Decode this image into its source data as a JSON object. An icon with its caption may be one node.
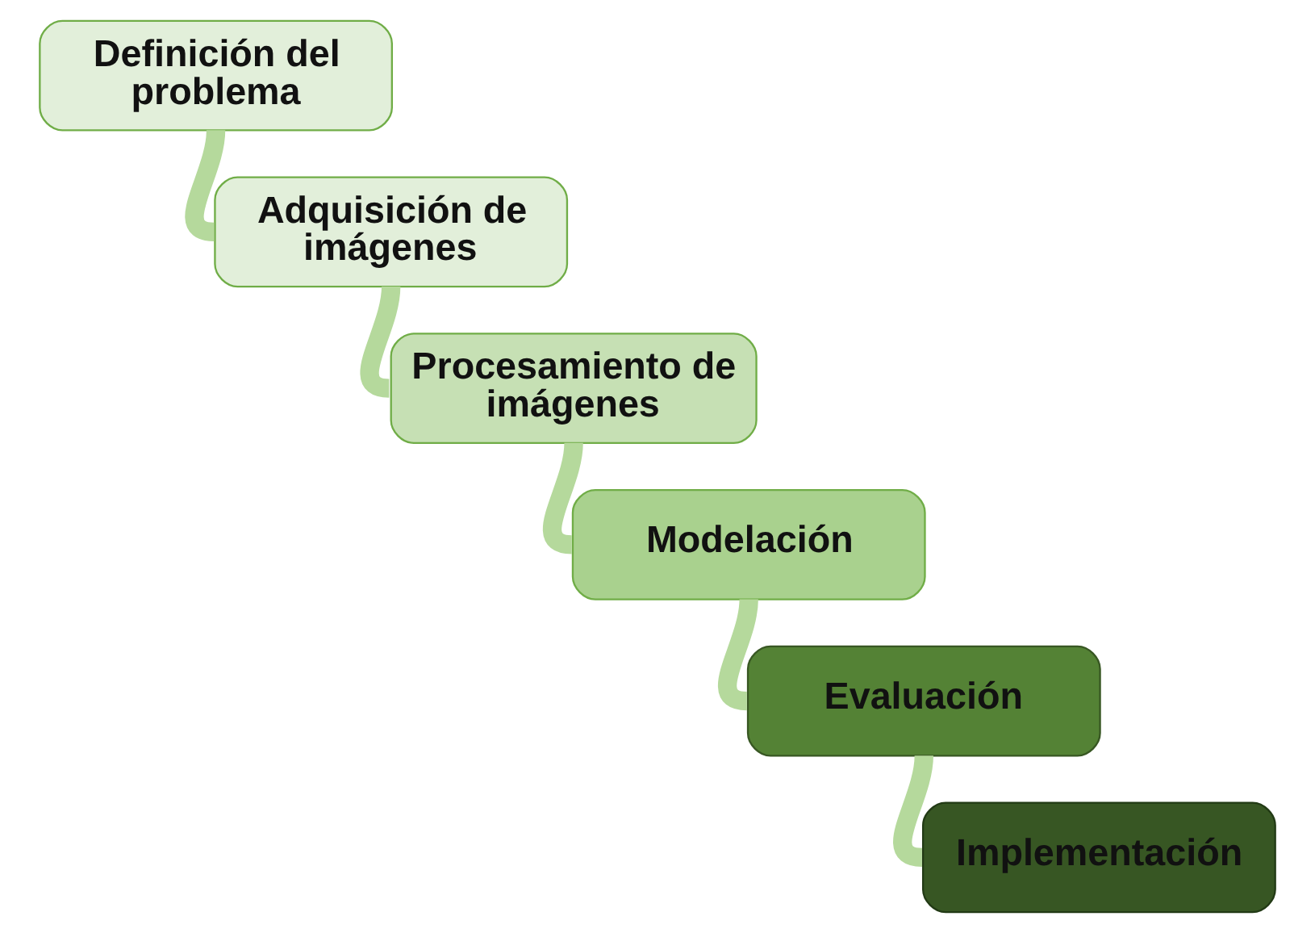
{
  "diagram": {
    "nodes": [
      {
        "text": [
          "Definición del problema"
        ]
      },
      {
        "text": [
          "Adquisición de imágenes"
        ]
      },
      {
        "text": [
          "Procesamiento de imágenes"
        ]
      },
      {
        "text": [
          "Modelación"
        ]
      },
      {
        "text": [
          "Evaluación"
        ]
      },
      {
        "text": [
          "Implementación"
        ]
      }
    ],
    "edges": [
      {
        "from": 0,
        "to": 1,
        "arrow": "none"
      },
      {
        "from": 1,
        "to": 2,
        "arrow": "none"
      },
      {
        "from": 2,
        "to": 3,
        "arrow": "none"
      },
      {
        "from": 3,
        "to": 4,
        "arrow": "none"
      },
      {
        "from": 4,
        "to": 5,
        "arrow": "none"
      }
    ]
  }
}
